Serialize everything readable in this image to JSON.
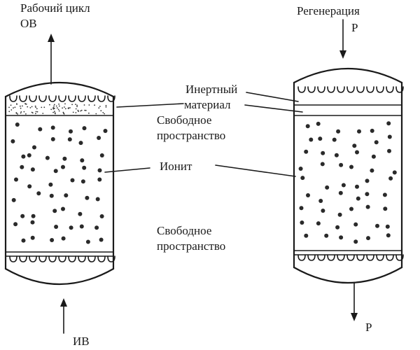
{
  "labels": {
    "work_cycle": "Рабочий цикл",
    "ov": "ОВ",
    "iv": "ИВ",
    "regeneration": "Регенерация",
    "p_in": "Р",
    "p_out": "Р",
    "inert_line1": "Инертный",
    "inert_line2": "материал",
    "free_space_top_line1": "Свободное",
    "free_space_top_line2": "пространство",
    "ionite": "Ионит",
    "free_space_bottom_line1": "Свободное",
    "free_space_bottom_line2": "пространство"
  }
}
